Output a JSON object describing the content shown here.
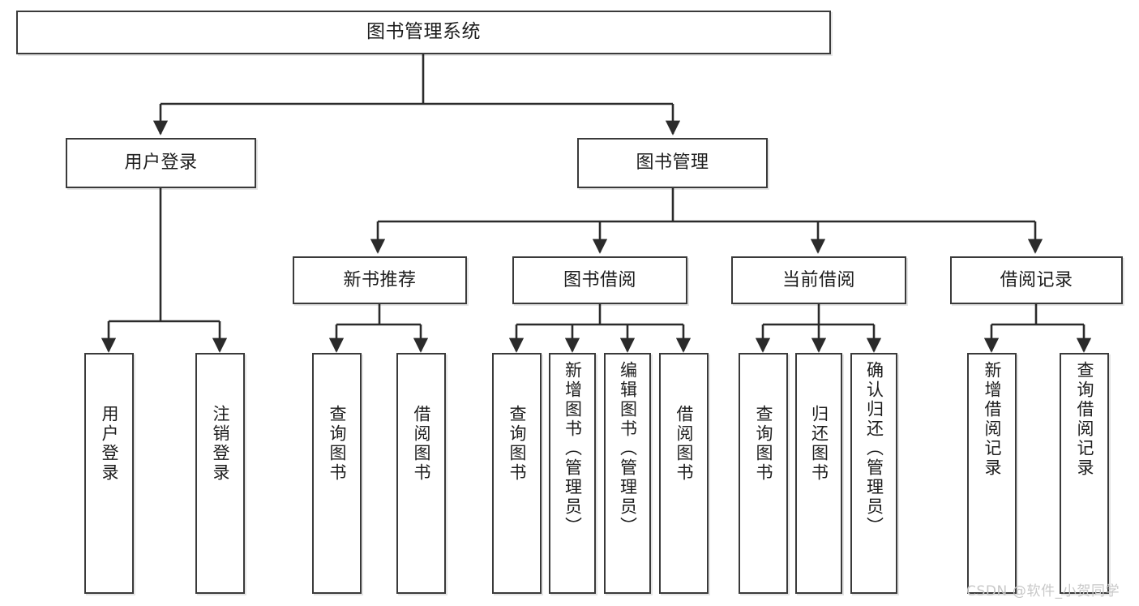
{
  "diagram": {
    "type": "hierarchy-tree",
    "title": "图书管理系统",
    "watermark": "CSDN @软件_小贺同学",
    "colors": {
      "box_border": "#3a3a3a",
      "box_fill": "#ffffff",
      "connector": "#2b2b2b",
      "text": "#1d1d1d",
      "watermark": "#c8c8c8"
    },
    "nodes": {
      "root": {
        "label": "图书管理系统"
      },
      "level2": [
        {
          "label": "用户登录"
        },
        {
          "label": "图书管理"
        }
      ],
      "level3": [
        {
          "label": "新书推荐"
        },
        {
          "label": "图书借阅"
        },
        {
          "label": "当前借阅"
        },
        {
          "label": "借阅记录"
        }
      ],
      "leaves_user_login": [
        {
          "label": "用户登录"
        },
        {
          "label": "注销登录"
        }
      ],
      "leaves_new_book": [
        {
          "label": "查询图书"
        },
        {
          "label": "借阅图书"
        }
      ],
      "leaves_borrow": [
        {
          "label": "查询图书"
        },
        {
          "label": "新增图书（管理员）"
        },
        {
          "label": "编辑图书（管理员）"
        },
        {
          "label": "借阅图书"
        }
      ],
      "leaves_current": [
        {
          "label": "查询图书"
        },
        {
          "label": "归还图书"
        },
        {
          "label": "确认归还（管理员）"
        }
      ],
      "leaves_record": [
        {
          "label": "新增借阅记录"
        },
        {
          "label": "查询借阅记录"
        }
      ]
    }
  }
}
